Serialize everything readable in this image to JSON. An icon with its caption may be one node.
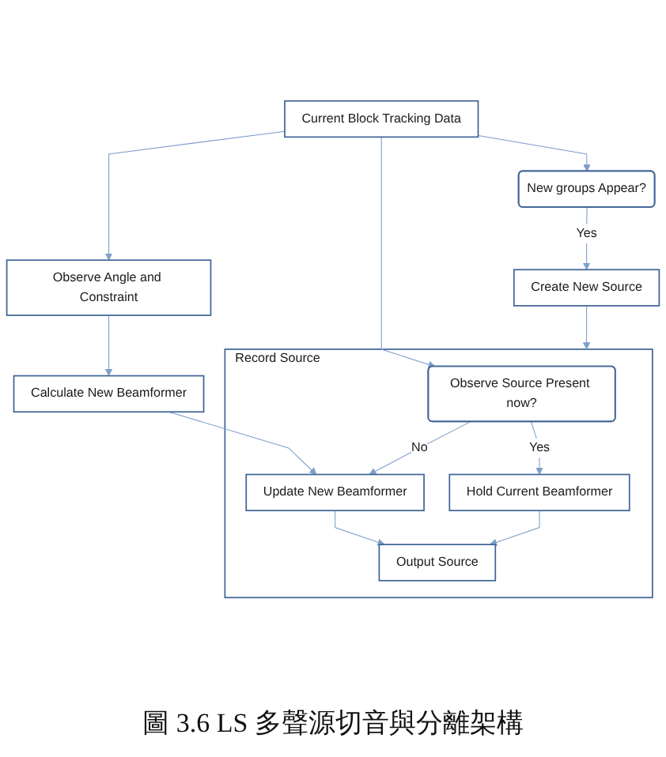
{
  "diagram": {
    "caption": "圖 3.6 LS 多聲源切音與分離架構",
    "nodes": [
      {
        "text": [
          "Current Block Tracking Data"
        ]
      },
      {
        "text": [
          "Observe Angle and Constraint"
        ]
      },
      {
        "text": [
          "New groups Appear?"
        ]
      },
      {
        "text": [
          "Create New Source"
        ]
      },
      {
        "text": [
          "Calculate New Beamformer"
        ]
      },
      {
        "text": [
          "Record Source"
        ]
      },
      {
        "text": [
          "Observe Source Present now?"
        ],
        "in": 5
      },
      {
        "text": [
          "Update New Beamformer"
        ],
        "in": 5
      },
      {
        "text": [
          "Hold Current Beamformer"
        ],
        "in": 5
      },
      {
        "text": [
          "Output Source"
        ],
        "in": 5
      }
    ],
    "edges": [
      {
        "from": 0,
        "to": 1,
        "arrow": "to"
      },
      {
        "from": 0,
        "to": 2,
        "arrow": "to"
      },
      {
        "from": 0,
        "to": 6,
        "arrow": "to"
      },
      {
        "from": 2,
        "to": 3,
        "label": "Yes",
        "arrow": "to"
      },
      {
        "from": 3,
        "to": 5,
        "arrow": "to"
      },
      {
        "from": 1,
        "to": 4,
        "arrow": "to"
      },
      {
        "from": 4,
        "to": 7,
        "arrow": "to"
      },
      {
        "from": 6,
        "to": 7,
        "label": "No",
        "arrow": "to"
      },
      {
        "from": 6,
        "to": 8,
        "label": "Yes",
        "arrow": "to"
      },
      {
        "from": 7,
        "to": 9,
        "arrow": "to"
      },
      {
        "from": 8,
        "to": 9,
        "arrow": "to"
      }
    ]
  }
}
